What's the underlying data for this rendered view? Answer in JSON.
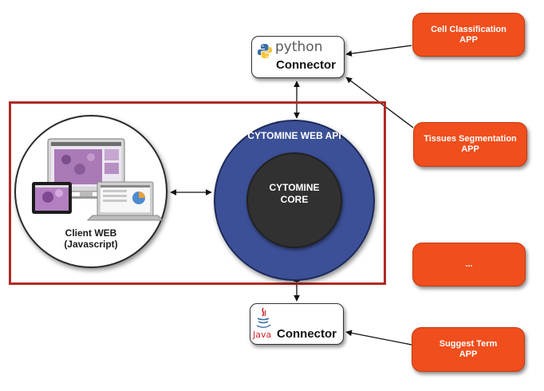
{
  "python_connector": {
    "brand": "python",
    "label": "Connector"
  },
  "java_connector": {
    "brand": "Java",
    "label": "Connector"
  },
  "client": {
    "line1": "Client WEB",
    "line2": "(Javascript)"
  },
  "api": {
    "label": "CYTOMINE WEB API"
  },
  "core": {
    "line1": "CYTOMINE",
    "line2": "CORE"
  },
  "apps": [
    {
      "line1": "Cell Classification",
      "line2": "APP"
    },
    {
      "line1": "Tissues Segmentation",
      "line2": "APP"
    },
    {
      "line1": "...",
      "line2": ""
    },
    {
      "line1": "Suggest Term",
      "line2": "APP"
    }
  ],
  "colors": {
    "frame": "#b02a26",
    "api": "#3c5097",
    "core": "#313131",
    "app": "#f04e1c"
  }
}
